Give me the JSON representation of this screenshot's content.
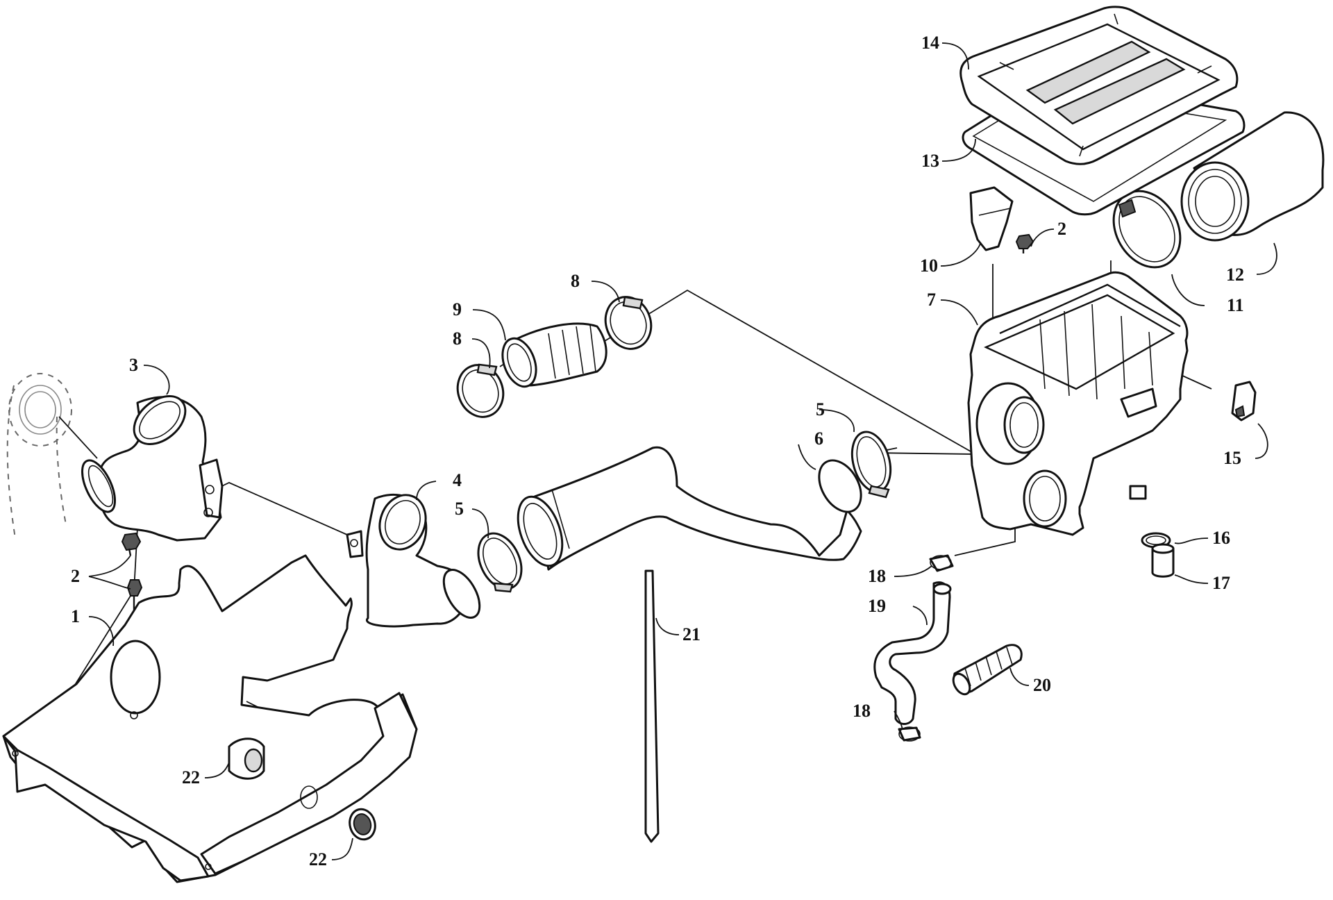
{
  "diagram": {
    "callouts": [
      {
        "id": "c1",
        "text": "1"
      },
      {
        "id": "c2a",
        "text": "2"
      },
      {
        "id": "c2b",
        "text": "2"
      },
      {
        "id": "c3",
        "text": "3"
      },
      {
        "id": "c4",
        "text": "4"
      },
      {
        "id": "c5a",
        "text": "5"
      },
      {
        "id": "c5b",
        "text": "5"
      },
      {
        "id": "c6",
        "text": "6"
      },
      {
        "id": "c7",
        "text": "7"
      },
      {
        "id": "c8a",
        "text": "8"
      },
      {
        "id": "c8b",
        "text": "8"
      },
      {
        "id": "c9",
        "text": "9"
      },
      {
        "id": "c10",
        "text": "10"
      },
      {
        "id": "c11",
        "text": "11"
      },
      {
        "id": "c12",
        "text": "12"
      },
      {
        "id": "c13",
        "text": "13"
      },
      {
        "id": "c14",
        "text": "14"
      },
      {
        "id": "c15",
        "text": "15"
      },
      {
        "id": "c16",
        "text": "16"
      },
      {
        "id": "c17",
        "text": "17"
      },
      {
        "id": "c18a",
        "text": "18"
      },
      {
        "id": "c18b",
        "text": "18"
      },
      {
        "id": "c19",
        "text": "19"
      },
      {
        "id": "c20",
        "text": "20"
      },
      {
        "id": "c21",
        "text": "21"
      },
      {
        "id": "c22a",
        "text": "22"
      },
      {
        "id": "c22b",
        "text": "22"
      }
    ]
  }
}
